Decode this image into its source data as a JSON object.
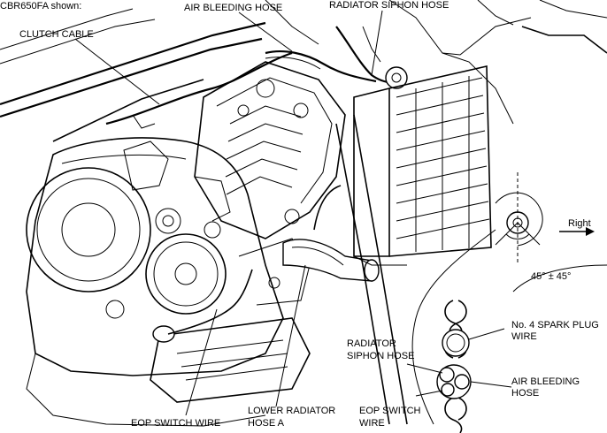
{
  "header": {
    "model_note": "CBR650FA shown:"
  },
  "labels": {
    "air_bleeding_hose": "AIR BLEEDING HOSE",
    "radiator_siphon_hose": "RADIATOR SIPHON HOSE",
    "clutch_cable": "CLUTCH CABLE",
    "right": "Right",
    "angle": "45° ± 45°",
    "spark_plug_wire_line1": "No. 4 SPARK PLUG",
    "spark_plug_wire_line2": "WIRE",
    "detail_siphon_line1": "RADIATOR",
    "detail_siphon_line2": "SIPHON HOSE",
    "detail_air_line1": "AIR BLEEDING",
    "detail_air_line2": "HOSE",
    "detail_eop_line1": "EOP SWITCH",
    "detail_eop_line2": "WIRE",
    "eop_switch_wire": "EOP SWITCH WIRE",
    "lower_radiator_line1": "LOWER RADIATOR",
    "lower_radiator_line2": "HOSE A"
  }
}
